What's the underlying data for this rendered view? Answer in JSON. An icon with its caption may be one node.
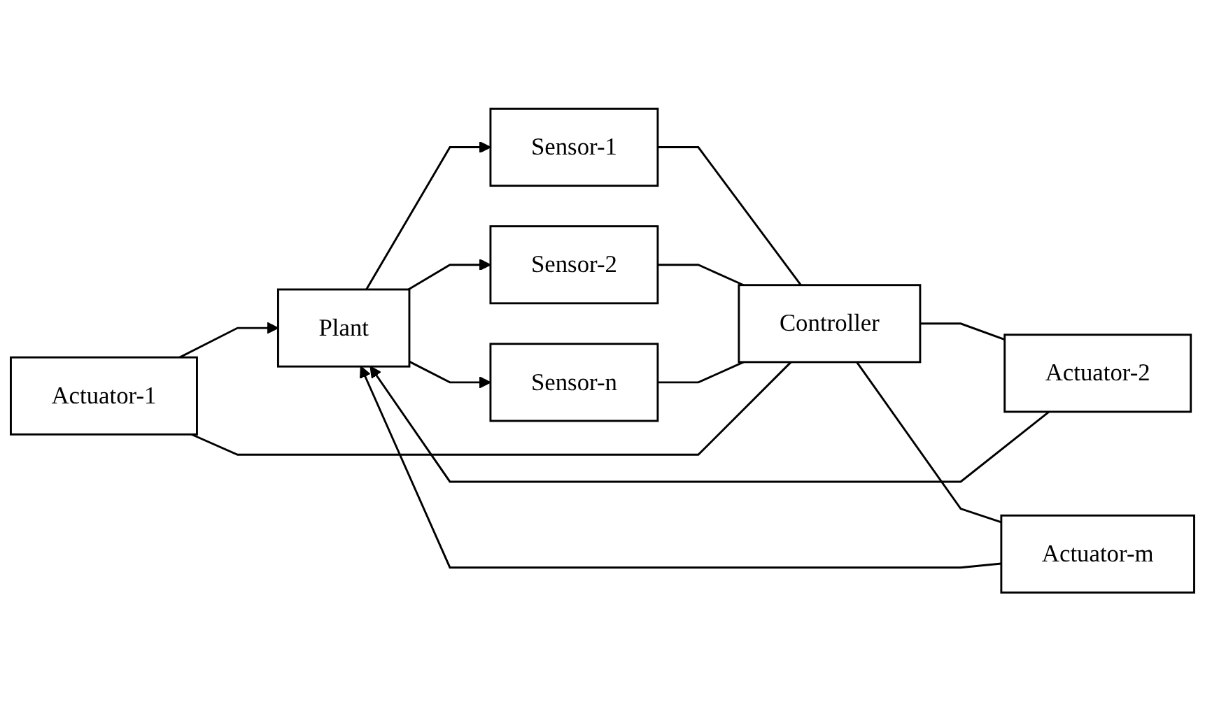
{
  "diagram": {
    "nodes": [
      {
        "text": [
          "Actuator-1"
        ]
      },
      {
        "text": [
          "Actuator-2"
        ]
      },
      {
        "text": [
          "Actuator-m"
        ]
      },
      {
        "text": [
          "Plant"
        ]
      },
      {
        "text": [
          "Sensor-1"
        ]
      },
      {
        "text": [
          "Sensor-2"
        ]
      },
      {
        "text": [
          "Sensor-n"
        ]
      },
      {
        "text": [
          "Controller"
        ]
      }
    ],
    "edges": [
      {
        "from": 0,
        "to": 3,
        "arrow": "to"
      },
      {
        "from": 1,
        "to": 3,
        "arrow": "to"
      },
      {
        "from": 2,
        "to": 3,
        "arrow": "to"
      },
      {
        "from": 3,
        "to": 4,
        "arrow": "to"
      },
      {
        "from": 3,
        "to": 5,
        "arrow": "to"
      },
      {
        "from": 3,
        "to": 6,
        "arrow": "to"
      },
      {
        "from": 4,
        "to": 7,
        "arrow": "none"
      },
      {
        "from": 5,
        "to": 7,
        "arrow": "none"
      },
      {
        "from": 6,
        "to": 7,
        "arrow": "none"
      },
      {
        "from": 7,
        "to": 0,
        "arrow": "none"
      },
      {
        "from": 7,
        "to": 1,
        "arrow": "none"
      },
      {
        "from": 7,
        "to": 2,
        "arrow": "none"
      }
    ]
  }
}
